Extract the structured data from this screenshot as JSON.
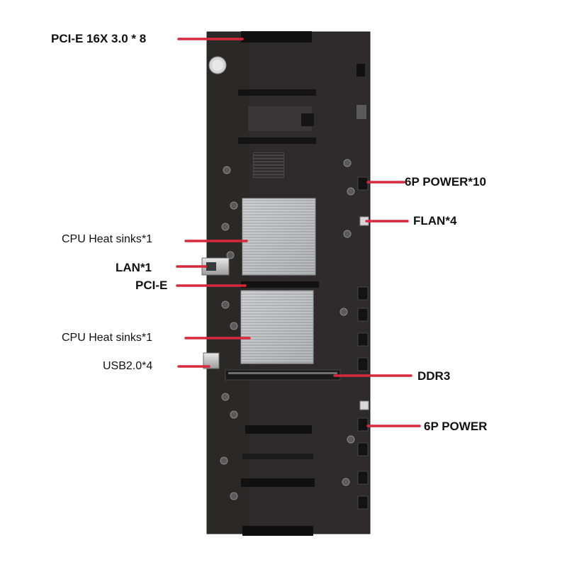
{
  "labels": {
    "pcie16x": "PCI-E 16X 3.0 * 8",
    "power6p10": "6P POWER*10",
    "flan4": "FLAN*4",
    "cpu_heat_sink_top": "CPU Heat sinks*1",
    "lan1": "LAN*1",
    "pcie": "PCI-E",
    "cpu_heat_sink_bottom": "CPU Heat sinks*1",
    "usb20": "USB2.0*4",
    "ddr3": "DDR3",
    "power6p": "6P POWER"
  },
  "colors": {
    "pointer": "#d8283c",
    "board": "#2e2a2b",
    "board_dark": "#1c1a1b",
    "slot": "#111111",
    "heatsink": "#b9bcbf"
  }
}
